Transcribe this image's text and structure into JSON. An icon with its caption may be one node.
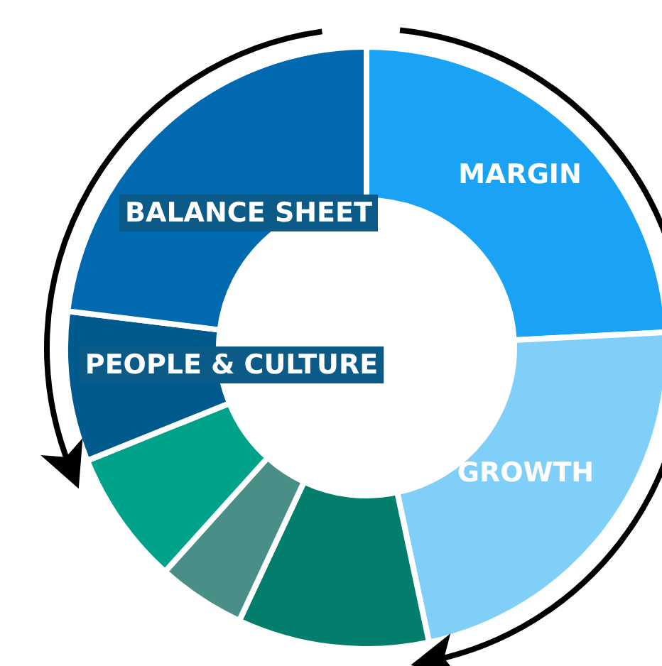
{
  "diagram": {
    "nodes": [
      {
        "text": [
          "MARGIN"
        ]
      },
      {
        "text": [
          "GROWTH"
        ]
      },
      {
        "text": [],
        "shape": "segment"
      },
      {
        "text": [],
        "shape": "segment"
      },
      {
        "text": [],
        "shape": "segment"
      },
      {
        "text": [
          "PEOPLE & CULTURE"
        ]
      },
      {
        "text": [
          "BALANCE SHEET"
        ]
      }
    ]
  }
}
